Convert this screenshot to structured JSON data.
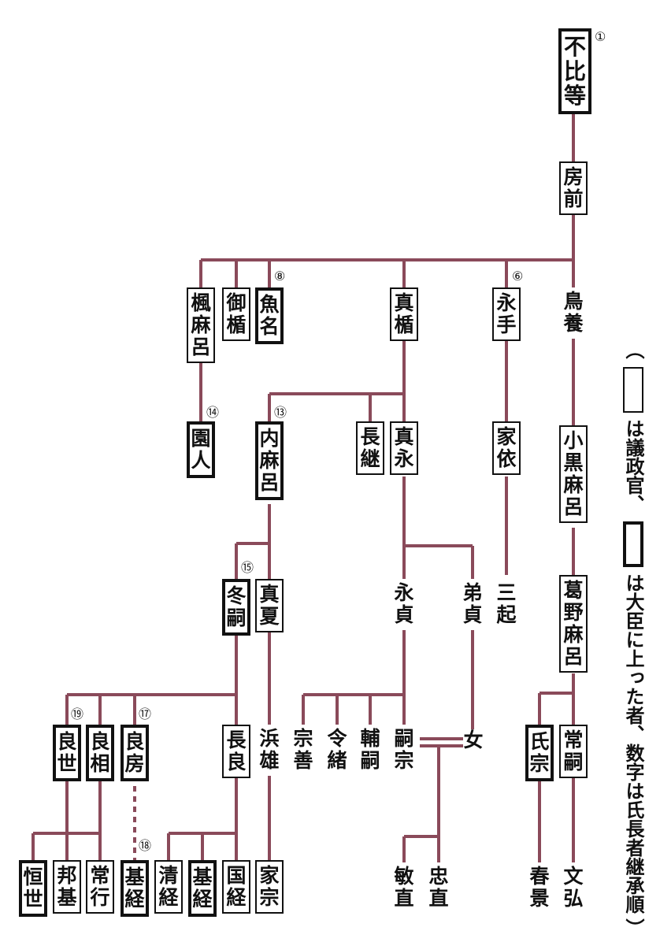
{
  "members": {
    "fuhito": {
      "name": "不比等",
      "rank": "①"
    },
    "fusasaki": {
      "name": "房前"
    },
    "torikai": {
      "name": "鳥養"
    },
    "nagate": {
      "name": "永手",
      "rank": "⑥"
    },
    "matate": {
      "name": "真楯"
    },
    "uona": {
      "name": "魚名",
      "rank": "⑧"
    },
    "mitate": {
      "name": "御楯"
    },
    "kaedemaro": {
      "name": "楓麻呂"
    },
    "sonondo": {
      "name": "園人",
      "rank": "⑭"
    },
    "uchimaro": {
      "name": "内麻呂",
      "rank": "⑬"
    },
    "nagatsugu": {
      "name": "長継"
    },
    "managa": {
      "name": "真永"
    },
    "ieyori": {
      "name": "家依"
    },
    "oguromaro": {
      "name": "小黒麻呂"
    },
    "fuyutsugu": {
      "name": "冬嗣",
      "rank": "⑮"
    },
    "manatsu": {
      "name": "真夏"
    },
    "nagasada": {
      "name": "永貞"
    },
    "otosada": {
      "name": "弟貞"
    },
    "mitsuoki": {
      "name": "三起"
    },
    "kadonomaro": {
      "name": "葛野麻呂"
    },
    "yoshiyo": {
      "name": "良世",
      "rank": "⑲"
    },
    "yoshimi": {
      "name": "良相"
    },
    "yoshifusa": {
      "name": "良房",
      "rank": "⑰"
    },
    "nagara": {
      "name": "長良"
    },
    "hamao": {
      "name": "浜雄"
    },
    "muneyoshi": {
      "name": "宗善"
    },
    "yoshio": {
      "name": "令緒"
    },
    "suketsugu": {
      "name": "輔嗣"
    },
    "tsugumune": {
      "name": "嗣宗"
    },
    "daughter": {
      "name": "女"
    },
    "ujimune": {
      "name": "氏宗"
    },
    "tsunetsugu": {
      "name": "常嗣"
    },
    "tsuneyo": {
      "name": "恒世"
    },
    "kunimoto": {
      "name": "邦基"
    },
    "tsuneyuki": {
      "name": "常行"
    },
    "mototsune_a": {
      "name": "基経",
      "rank": "⑱"
    },
    "kiyotsune": {
      "name": "清経"
    },
    "mototsune_b": {
      "name": "基経"
    },
    "kunitsune": {
      "name": "国経"
    },
    "iemune": {
      "name": "家宗"
    },
    "toshinao": {
      "name": "敏直"
    },
    "tadanao": {
      "name": "忠直"
    },
    "harukage": {
      "name": "春景"
    },
    "fumihiro": {
      "name": "文弘"
    }
  },
  "legend": {
    "open": "（",
    "councilor_text": "は議政官、",
    "minister_text": "は大臣に上った者、数字は氏長者継承順",
    "close": "）"
  },
  "colors": {
    "line": "#8a4a5a"
  }
}
